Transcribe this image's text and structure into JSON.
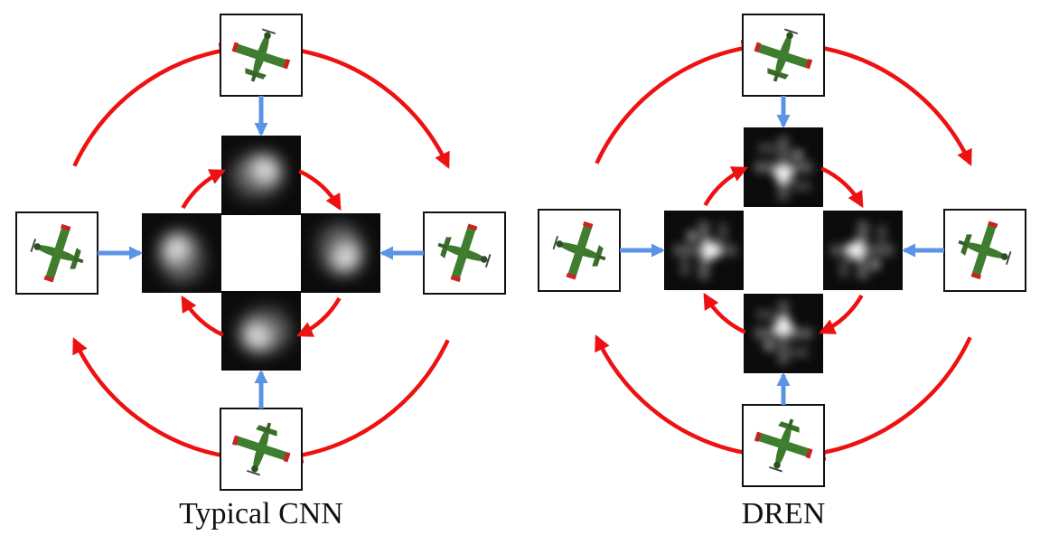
{
  "panels": [
    {
      "caption": "Typical CNN",
      "feature_style": "blob",
      "icons": [
        "airplane-icon"
      ]
    },
    {
      "caption": "DREN",
      "feature_style": "structured",
      "icons": [
        "airplane-icon"
      ]
    }
  ],
  "colors": {
    "rotation_arrow": "#ee1111",
    "input_arrow": "#5b93e6",
    "frame": "#111111",
    "plane_body": "#3e7a2e",
    "plane_accent": "#cc2222",
    "feature_bg": "#0b0b0b"
  }
}
